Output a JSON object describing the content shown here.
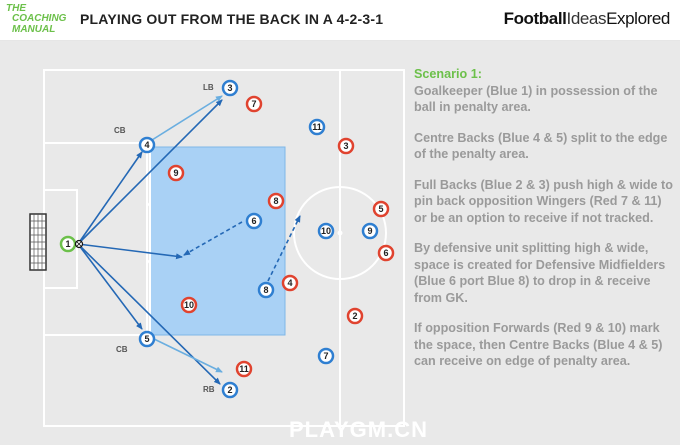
{
  "header": {
    "logo_line1": "THE",
    "logo_line2": "COACHING",
    "logo_line3": "MANUAL",
    "title": "PLAYING OUT FROM THE BACK IN A 4-2-3-1",
    "brand_bold": "Football",
    "brand_thin": "Ideas",
    "brand_end": "Explored"
  },
  "colors": {
    "pitch": "#e9e9e9",
    "lines": "#ffffff",
    "zone": "#a9d1f5",
    "blue_ring": "#2f7fd1",
    "red_ring": "#e0432f",
    "gk_ring": "#6cc04a",
    "arrow": "#2468b5",
    "accent": "#6cc04a",
    "text": "#9a9a9a"
  },
  "position_labels": {
    "lb": "LB",
    "cb_top": "CB",
    "cb_bottom": "CB",
    "rb": "RB"
  },
  "players": {
    "gk": "1",
    "blue_3": "3",
    "blue_4": "4",
    "blue_5": "5",
    "blue_2": "2",
    "blue_6": "6",
    "blue_8": "8",
    "blue_11": "11",
    "blue_10": "10",
    "blue_9": "9",
    "blue_7": "7",
    "red_7": "7",
    "red_9": "9",
    "red_10": "10",
    "red_11": "11",
    "red_8": "8",
    "red_4": "4",
    "red_3": "3",
    "red_5": "5",
    "red_6": "6",
    "red_2": "2"
  },
  "notes": {
    "scenario": "Scenario 1:",
    "p1": "Goalkeeper (Blue 1) in possession of the ball in penalty area.",
    "p2": "Centre Backs (Blue 4 & 5) split to the edge of the penalty area.",
    "p3": "Full Backs (Blue 2 & 3) push high & wide to pin back opposition Wingers (Red 7 & 11) or be an option to receive if not tracked.",
    "p4": "By defensive unit splitting high & wide, space is created for Defensive Midfielders (Blue 6 port Blue 8) to drop in & receive from GK.",
    "p5": "If opposition Forwards (Red 9 & 10) mark the space, then Centre Backs (Blue 4 & 5) can receive on edge of penalty area."
  },
  "watermark": "PLAYGM.CN"
}
